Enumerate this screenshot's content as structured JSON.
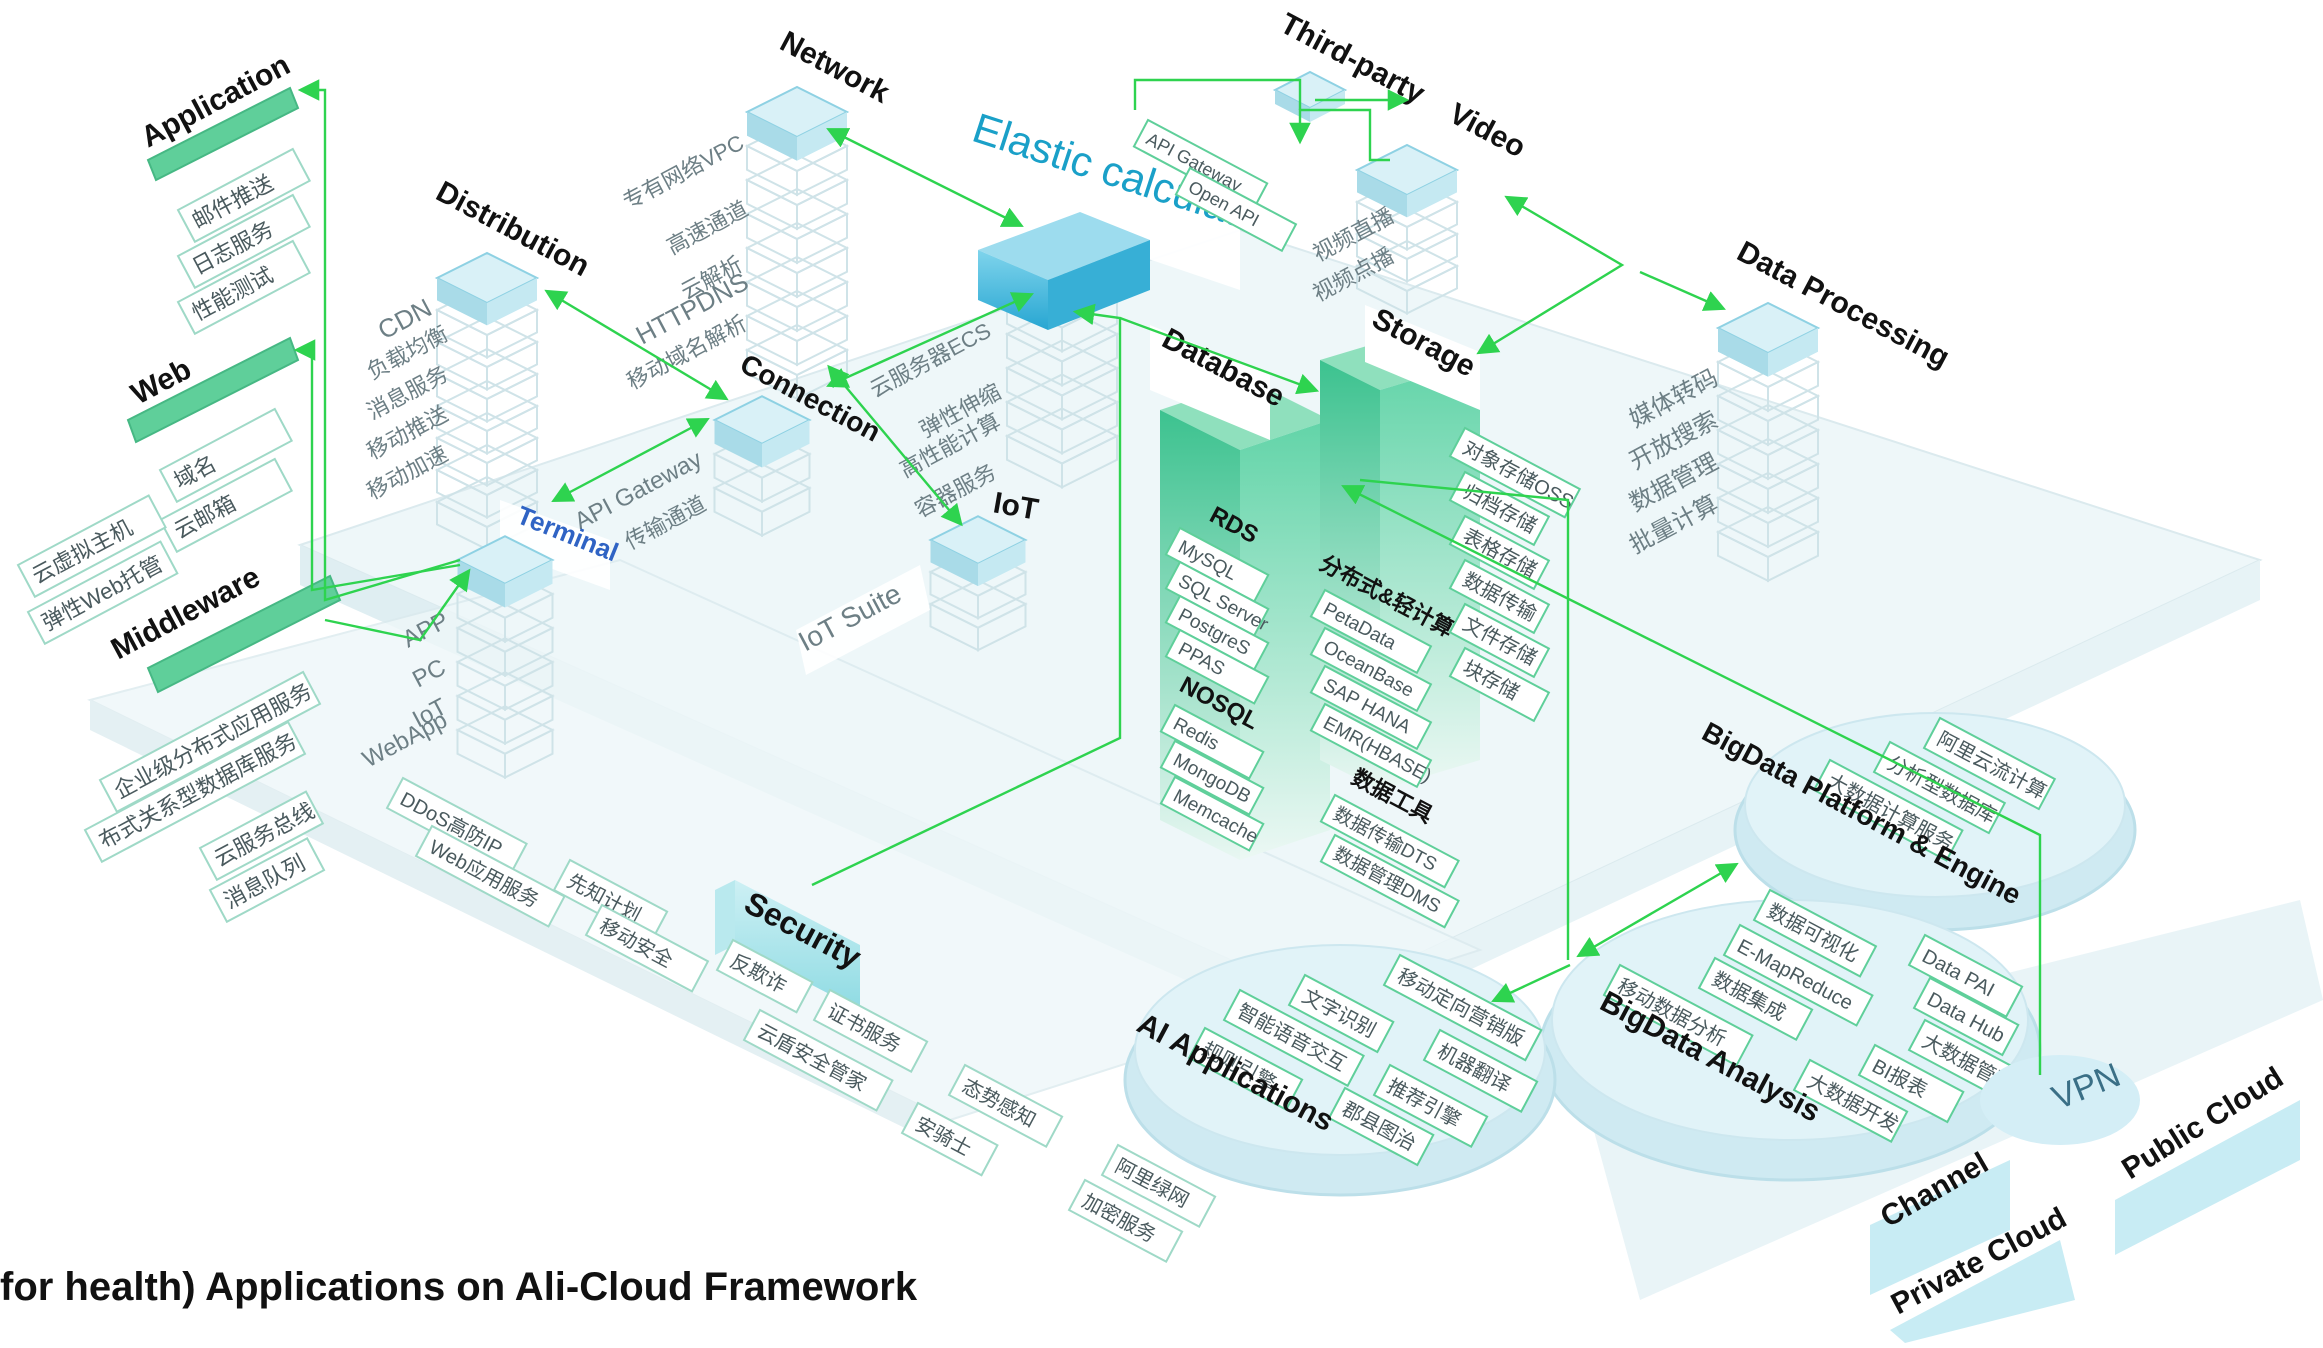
{
  "caption": "for health) Applications on Ali-Cloud Framework",
  "groups": {
    "application": {
      "title": "Application",
      "items": [
        "邮件推送",
        "日志服务",
        "性能测试"
      ]
    },
    "web": {
      "title": "Web",
      "items": [
        "域名",
        "云邮箱",
        "云虚拟主机",
        "弹性Web托管"
      ]
    },
    "middleware": {
      "title": "Middleware",
      "items": [
        "企业级分布式应用服务",
        "布式关系型数据库服务",
        "云服务总线",
        "消息队列"
      ]
    },
    "distribution": {
      "title": "Distribution",
      "items": [
        "CDN",
        "负载均衡",
        "消息服务",
        "移动推送",
        "移动加速"
      ]
    },
    "network": {
      "title": "Network",
      "items": [
        "专有网络VPC",
        "高速通道",
        "云解析",
        "HTTPDNS",
        "移动域名解析"
      ]
    },
    "connection": {
      "title": "Connection",
      "items": [
        "API Gateway",
        "传输通道"
      ]
    },
    "terminal": {
      "title": "Terminal",
      "items": [
        "APP",
        "PC",
        "IoT",
        "WebApp"
      ]
    },
    "iot": {
      "title": "IoT",
      "items": [
        "IoT Suite"
      ]
    },
    "elastic": {
      "title": "Elastic calculation",
      "items": [
        "云服务器ECS",
        "弹性伸缩",
        "高性能计算",
        "容器服务"
      ]
    },
    "third_party": {
      "title": "Third-party",
      "items": [
        "API Gateway",
        "Open API"
      ]
    },
    "video": {
      "title": "Video",
      "items": [
        "视频直播",
        "视频点播"
      ]
    },
    "storage": {
      "title": "Storage",
      "items": [
        "对象存储OSS",
        "归档存储",
        "表格存储",
        "数据传输",
        "文件存储",
        "块存储"
      ]
    },
    "data_processing": {
      "title": "Data Processing",
      "items": [
        "媒体转码",
        "开放搜索",
        "数据管理",
        "批量计算"
      ]
    },
    "database": {
      "title": "Database",
      "rds_title": "RDS",
      "rds": [
        "MySQL",
        "SQL Server",
        "PostgreS",
        "PPAS"
      ],
      "nosql_title": "NOSQL",
      "nosql": [
        "Redis",
        "MongoDB",
        "Memcache"
      ],
      "dist_title": "分布式&轻计算",
      "dist": [
        "PetaData",
        "OceanBase",
        "SAP HANA",
        "EMR(HBASE)"
      ],
      "tools_title": "数据工具",
      "tools": [
        "数据传输DTS",
        "数据管理DMS"
      ]
    },
    "security": {
      "title": "Security",
      "items": [
        "DDoS高防IP",
        "Web应用服务",
        "先知计划",
        "移动安全",
        "反欺诈",
        "证书服务",
        "云盾安全管家",
        "态势感知",
        "安骑士",
        "阿里绿网",
        "加密服务"
      ]
    },
    "bigdata_platform": {
      "title": "BigData Platform & Engine",
      "items": [
        "阿里云流计算",
        "分析型数据库",
        "大数据计算服务"
      ]
    },
    "bigdata_analysis": {
      "title": "BigData Analysis",
      "items": [
        "数据可视化",
        "E-MapReduce",
        "数据集成",
        "移动数据分析",
        "Data PAI",
        "Data Hub",
        "大数据管理",
        "BI报表",
        "大数据开发"
      ]
    },
    "ai": {
      "title": "AI Applications",
      "items": [
        "文字识别",
        "移动定向营销版",
        "智能语音交互",
        "机器翻译",
        "规则引擎",
        "推荐引擎",
        "郡县图治"
      ]
    },
    "cloud": {
      "vpn": "VPN",
      "channel": "Channel",
      "private": "Private Cloud",
      "public": "Public Cloud"
    }
  },
  "colors": {
    "accent": "#2ed34f",
    "title_blue": "#1aa0c8",
    "terminal_blue": "#2f63c4",
    "green_block": "#5fcf9a",
    "pillar": "#45c796"
  }
}
